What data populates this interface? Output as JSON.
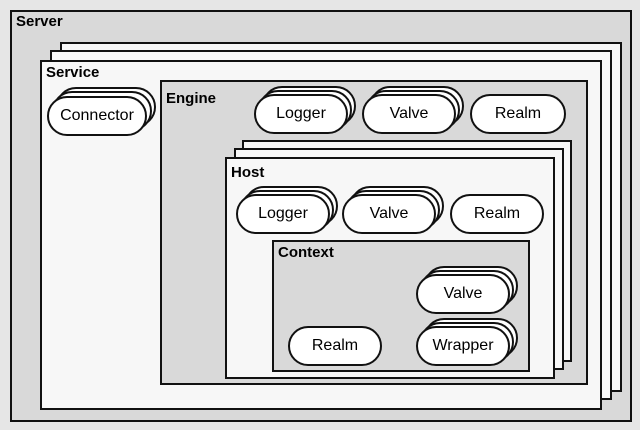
{
  "server": {
    "title": "Server"
  },
  "service": {
    "title": "Service",
    "connector": "Connector"
  },
  "engine": {
    "title": "Engine",
    "logger": "Logger",
    "valve": "Valve",
    "realm": "Realm"
  },
  "host": {
    "title": "Host",
    "logger": "Logger",
    "valve": "Valve",
    "realm": "Realm"
  },
  "context": {
    "title": "Context",
    "valve": "Valve",
    "realm": "Realm",
    "wrapper": "Wrapper"
  }
}
